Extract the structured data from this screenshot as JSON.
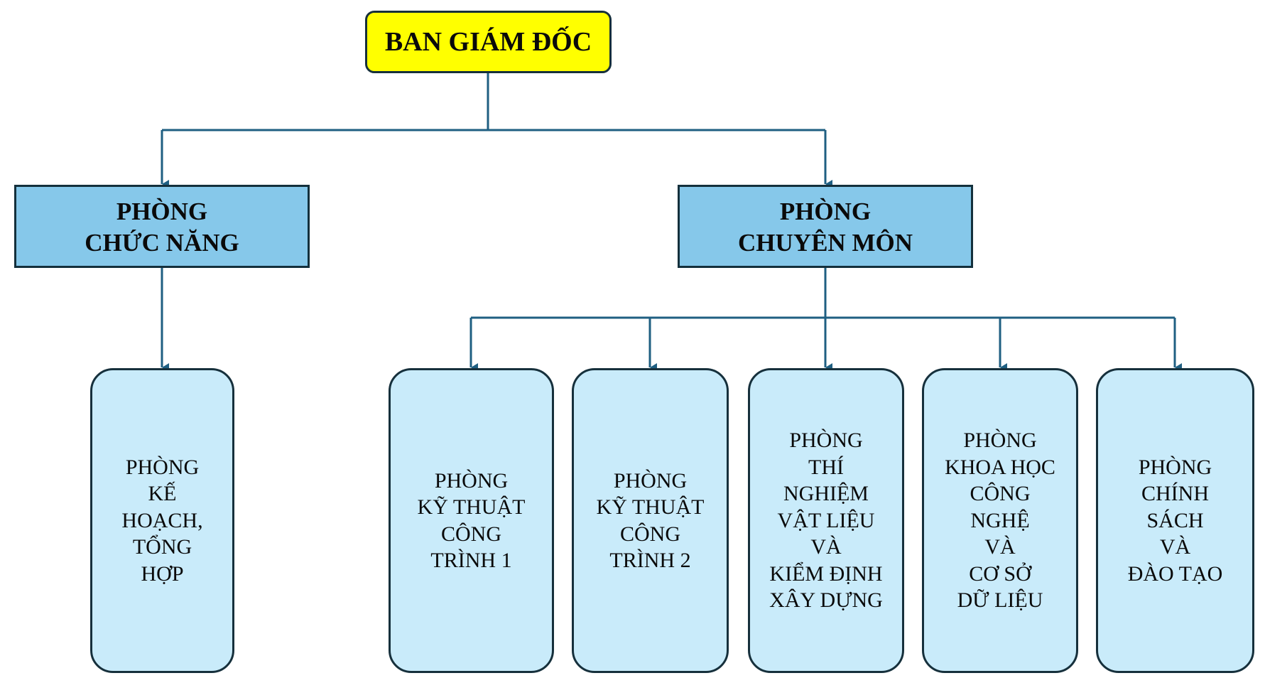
{
  "colors": {
    "connector": "#1f5f82",
    "top_fill": "#ffff00",
    "mid_fill": "#86c8ea",
    "leaf_fill": "#c9ebfa",
    "border": "#16303c"
  },
  "root": {
    "lines": [
      "BAN GIÁM ĐỐC"
    ]
  },
  "groups": [
    {
      "id": "chuc-nang",
      "lines": [
        "PHÒNG",
        "CHỨC NĂNG"
      ],
      "children": [
        {
          "id": "ke-hoach",
          "lines": [
            "PHÒNG",
            "KẾ",
            "HOẠCH,",
            "TỔNG",
            "HỢP"
          ]
        }
      ]
    },
    {
      "id": "chuyen-mon",
      "lines": [
        "PHÒNG",
        "CHUYÊN MÔN"
      ],
      "children": [
        {
          "id": "ky-thuat-1",
          "lines": [
            "PHÒNG",
            "KỸ THUẬT",
            "CÔNG",
            "TRÌNH 1"
          ]
        },
        {
          "id": "ky-thuat-2",
          "lines": [
            "PHÒNG",
            "KỸ THUẬT",
            "CÔNG",
            "TRÌNH 2"
          ]
        },
        {
          "id": "thi-nghiem",
          "lines": [
            "PHÒNG",
            "THÍ",
            "NGHIỆM",
            "VẬT LIỆU",
            "VÀ",
            "KIỂM ĐỊNH",
            "XÂY DỰNG"
          ]
        },
        {
          "id": "khoa-hoc",
          "lines": [
            "PHÒNG",
            "KHOA HỌC",
            "CÔNG",
            "NGHỆ",
            "VÀ",
            "CƠ SỞ",
            "DỮ LIỆU"
          ]
        },
        {
          "id": "chinh-sach",
          "lines": [
            "PHÒNG",
            "CHÍNH",
            "SÁCH",
            "VÀ",
            "ĐÀO TẠO"
          ]
        }
      ]
    }
  ]
}
